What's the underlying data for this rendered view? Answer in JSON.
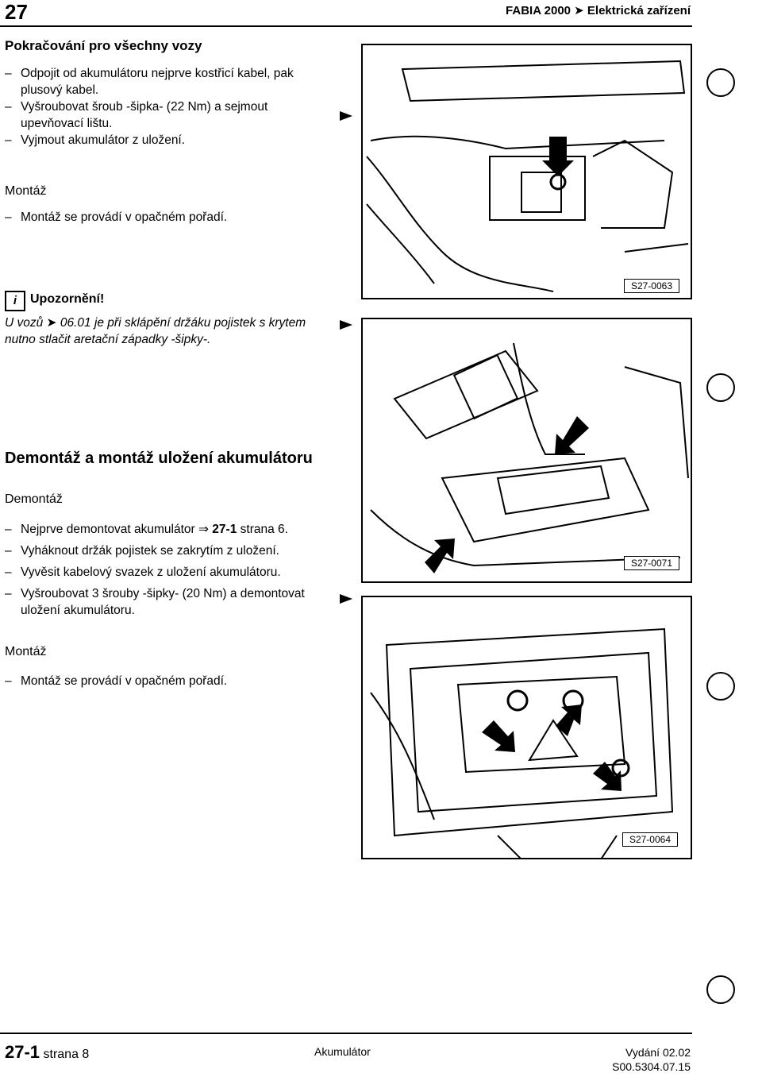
{
  "header": {
    "page_number": "27",
    "title": "FABIA 2000 ➤ Elektrická zařízení"
  },
  "section1": {
    "heading": "Pokračování pro všechny vozy",
    "steps": [
      "Odpojit od akumulátoru nejprve kostřicí kabel, pak plusový kabel.",
      "Vyšroubovat šroub -šipka- (22 Nm) a sejmout upevňovací lištu.",
      "Vyjmout akumulátor z uložení."
    ],
    "install_heading": "Montáž",
    "install_steps": [
      "Montáž se provádí v opačném pořadí."
    ],
    "note_title": "Upozornění!",
    "note_text": "U vozů ➤ 06.01 je při sklápění držáku pojistek s krytem nutno stlačit aretační západky -šipky-."
  },
  "section2": {
    "heading": "Demontáž a montáž uložení akumulátoru",
    "removal_heading": "Demontáž",
    "removal_step1_pre": "Nejprve demontovat akumulátor ⇒ ",
    "removal_step1_ref": "27-1",
    "removal_step1_post": " strana 6.",
    "removal_steps": [
      "Vyháknout držák pojistek se zakrytím z uložení.",
      "Vyvěsit kabelový svazek z uložení akumulátoru.",
      "Vyšroubovat 3 šrouby -šipky- (20 Nm) a demontovat uložení akumulátoru."
    ],
    "install_heading": "Montáž",
    "install_steps": [
      "Montáž se provádí v opačném pořadí."
    ]
  },
  "figures": [
    {
      "label": "S27-0063"
    },
    {
      "label": "S27-0071"
    },
    {
      "label": "S27-0064"
    }
  ],
  "footer": {
    "chapter": "27-1",
    "page": "strana 8",
    "topic": "Akumulátor",
    "edition": "Vydání 02.02",
    "doc_code": "S00.5304.07.15"
  }
}
